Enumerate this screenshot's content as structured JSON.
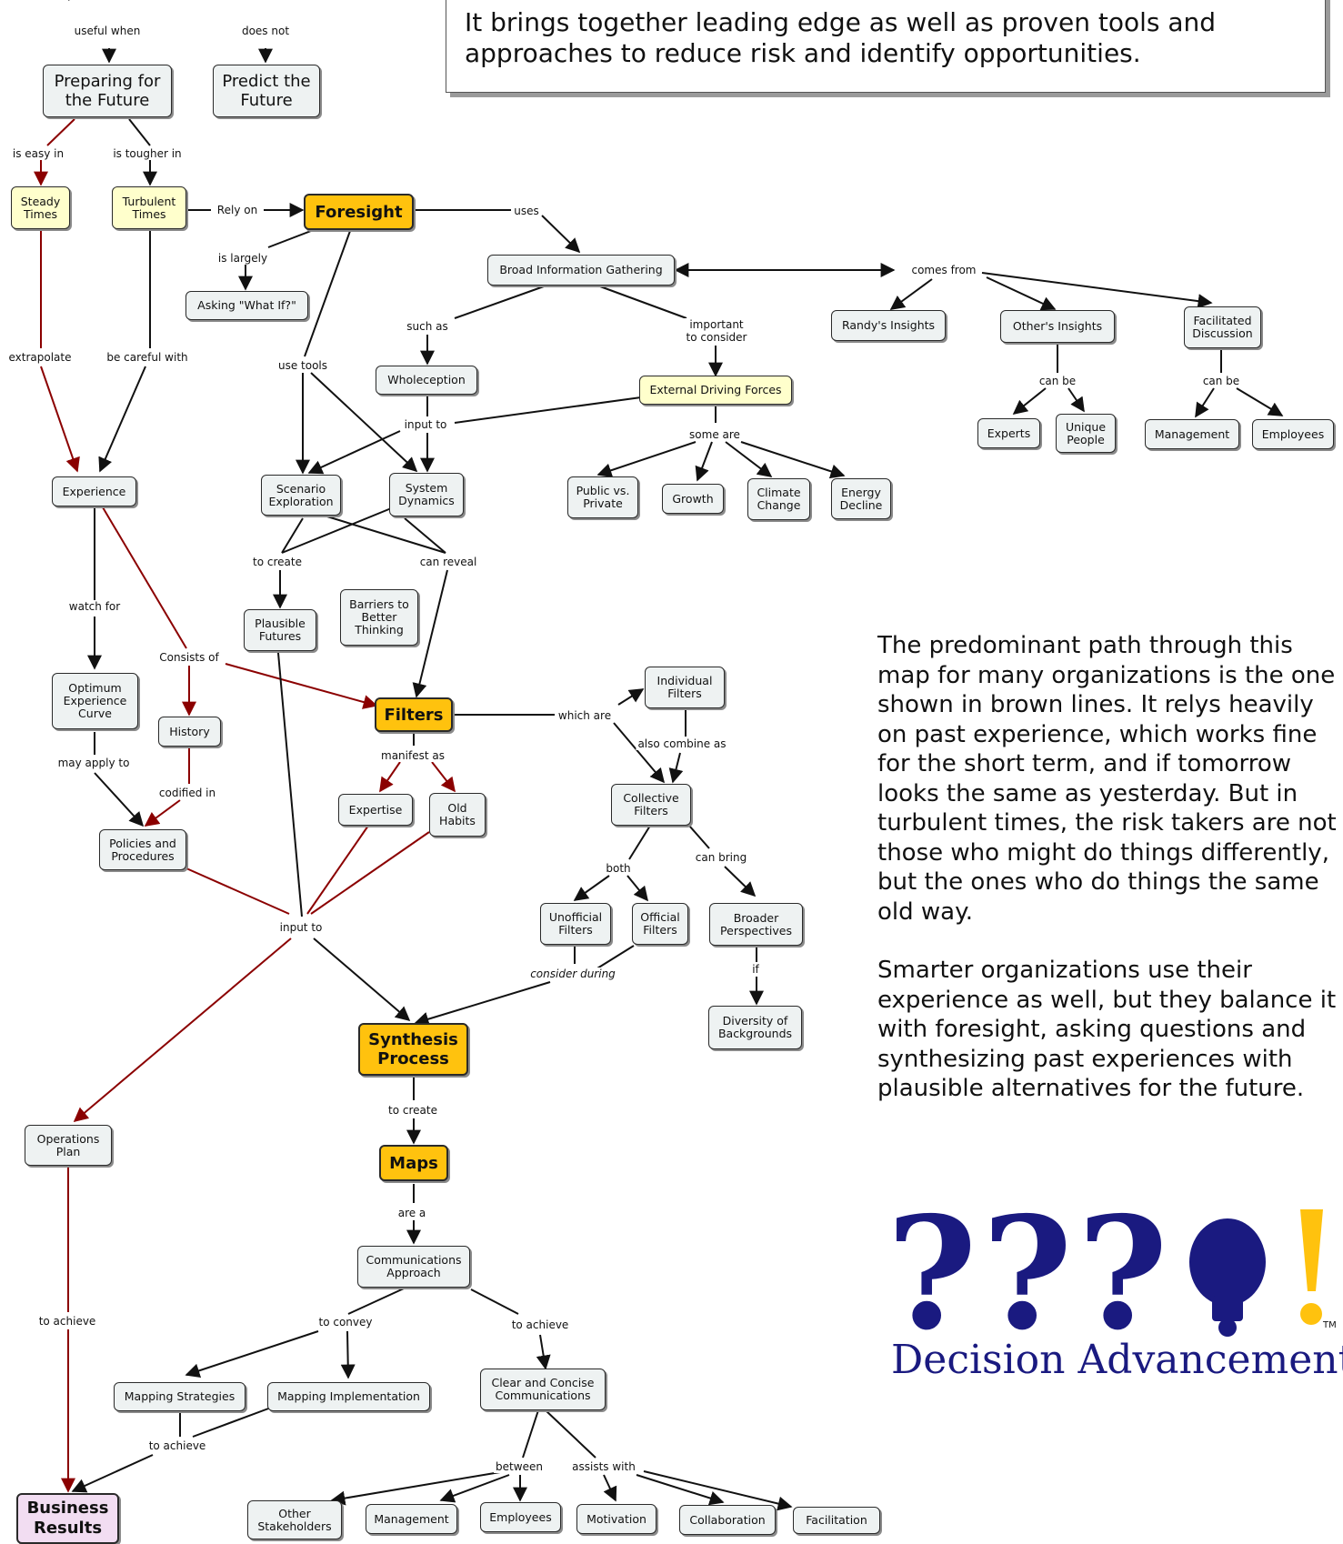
{
  "intro": {
    "text": "It brings together leading edge as well as proven tools and approaches to reduce risk and identify opportunities."
  },
  "side_text": {
    "paragraph1": "The predominant path through this map for many organizations is the one shown in brown lines. It relys heavily on past experience, which works fine for the short term, and if tomorrow looks the same as yesterday. But in turbulent times, the risk takers are not those who might do things differently, but the ones who do things the same old way.",
    "paragraph2": "Smarter organizations use their experience as well, but they balance it with foresight, asking questions and synthesizing past experiences with plausible alternatives for the future."
  },
  "logo": {
    "text": "Decision Advancement",
    "tm": "TM",
    "question_color": "#1a1a80",
    "exclaim_color": "#ffc20e"
  },
  "colors": {
    "brown_link": "#8b0000",
    "black_link": "#111111",
    "gold_node": "#ffc20e",
    "yellow_node": "#ffffcc",
    "plain_node": "#eef2f2",
    "result_node": "#f2ddf2"
  },
  "nodes": {
    "preparing": "Preparing for the Future",
    "predict": "Predict the Future",
    "steady": "Steady Times",
    "turbulent": "Turbulent Times",
    "foresight": "Foresight",
    "asking": "Asking \"What If?\"",
    "broad": "Broad Information Gathering",
    "randy": "Randy's Insights",
    "others": "Other's Insights",
    "facilitated": "Facilitated Discussion",
    "wholeception": "Wholeception",
    "external": "External Driving Forces",
    "experts": "Experts",
    "unique": "Unique People",
    "management1": "Management",
    "employees1": "Employees",
    "scenario": "Scenario Exploration",
    "sysdyn": "System Dynamics",
    "public": "Public vs. Private",
    "growth": "Growth",
    "climate": "Climate Change",
    "energy": "Energy Decline",
    "experience": "Experience",
    "barriers": "Barriers to Better Thinking",
    "plausible": "Plausible Futures",
    "optimum": "Optimum Experience Curve",
    "history": "History",
    "filters": "Filters",
    "individual": "Individual Filters",
    "expertise": "Expertise",
    "oldhabits": "Old Habits",
    "collective": "Collective Filters",
    "policies": "Policies and Procedures",
    "unofficial": "Unofficial Filters",
    "official": "Official Filters",
    "broader": "Broader Perspectives",
    "diversity": "Diversity of Backgrounds",
    "synthesis": "Synthesis Process",
    "operations": "Operations Plan",
    "maps": "Maps",
    "commapproach": "Communications Approach",
    "mapstrat": "Mapping Strategies",
    "mapimpl": "Mapping Implementation",
    "clear": "Clear and Concise Communications",
    "business": "Business Results",
    "otherstake": "Other Stakeholders",
    "management2": "Management",
    "employees2": "Employees",
    "motivation": "Motivation",
    "collaboration": "Collaboration",
    "facilitation": "Facilitation"
  },
  "links": {
    "useful_when": "useful when",
    "does_not": "does not",
    "is_easy_in": "is easy in",
    "is_tougher_in": "is tougher in",
    "rely_on": "Rely on",
    "is_largely": "is largely",
    "uses": "uses",
    "comes_from": "comes from",
    "such_as": "such as",
    "important": "important\nto consider",
    "extrapolate": "extrapolate",
    "be_careful": "be careful with",
    "use_tools": "use tools",
    "can_be1": "can be",
    "can_be2": "can be",
    "input_to1": "input to",
    "some_are": "some are",
    "to_create1": "to create",
    "can_reveal": "can reveal",
    "watch_for": "watch for",
    "consists_of": "Consists of",
    "which_are": "which are",
    "also_combine": "also combine as",
    "manifest_as": "manifest as",
    "may_apply": "may apply to",
    "codified_in": "codified in",
    "both": "both",
    "can_bring": "can bring",
    "input_to2": "input to",
    "if": "if",
    "consider_during": "consider during",
    "to_create2": "to create",
    "are_a": "are a",
    "to_achieve1": "to achieve",
    "to_convey": "to convey",
    "to_achieve2": "to achieve",
    "to_achieve3": "to achieve",
    "between": "between",
    "assists_with": "assists with"
  }
}
